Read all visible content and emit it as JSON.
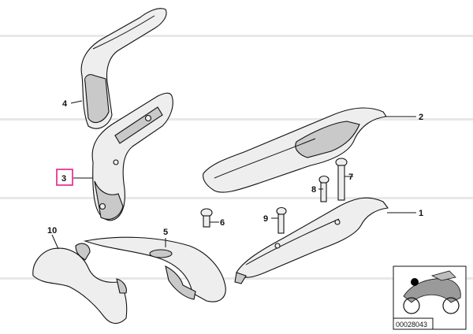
{
  "callouts": [
    {
      "id": "1",
      "text": "1"
    },
    {
      "id": "2",
      "text": "2"
    },
    {
      "id": "3",
      "text": "3"
    },
    {
      "id": "4",
      "text": "4"
    },
    {
      "id": "5",
      "text": "5"
    },
    {
      "id": "6",
      "text": "6"
    },
    {
      "id": "7",
      "text": "7"
    },
    {
      "id": "8",
      "text": "8"
    },
    {
      "id": "9",
      "text": "9"
    },
    {
      "id": "10",
      "text": "10"
    }
  ],
  "highlight_color": "#e0208a",
  "inset": {
    "code": "00028043"
  }
}
